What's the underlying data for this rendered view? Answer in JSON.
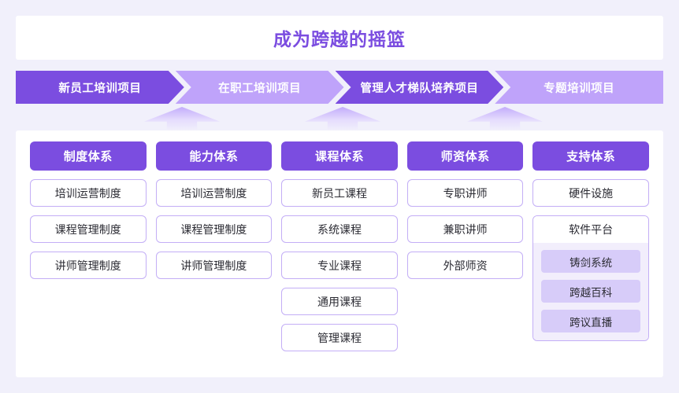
{
  "page": {
    "background_color": "#f1f0fb",
    "accent_color": "#7b4de0",
    "accent_light_color": "#bfa3fa"
  },
  "title": {
    "text": "成为跨越的摇篮"
  },
  "process_band": {
    "steps": [
      {
        "label": "新员工培训项目",
        "style": "dark"
      },
      {
        "label": "在职工培训项目",
        "style": "light"
      },
      {
        "label": "管理人才梯队培养项目",
        "style": "dark"
      },
      {
        "label": "专题培训项目",
        "style": "light"
      }
    ]
  },
  "columns": [
    {
      "header": "制度体系",
      "items": [
        "培训运营制度",
        "课程管理制度",
        "讲师管理制度"
      ]
    },
    {
      "header": "能力体系",
      "items": [
        "培训运营制度",
        "课程管理制度",
        "讲师管理制度"
      ]
    },
    {
      "header": "课程体系",
      "items": [
        "新员工课程",
        "系统课程",
        "专业课程",
        "通用课程",
        "管理课程"
      ]
    },
    {
      "header": "师资体系",
      "items": [
        "专职讲师",
        "兼职讲师",
        "外部师资"
      ]
    },
    {
      "header": "支持体系",
      "items": [
        "硬件设施"
      ],
      "group": {
        "title": "软件平台",
        "chips": [
          "铸剑系统",
          "跨越百科",
          "跨议直播"
        ]
      }
    }
  ]
}
